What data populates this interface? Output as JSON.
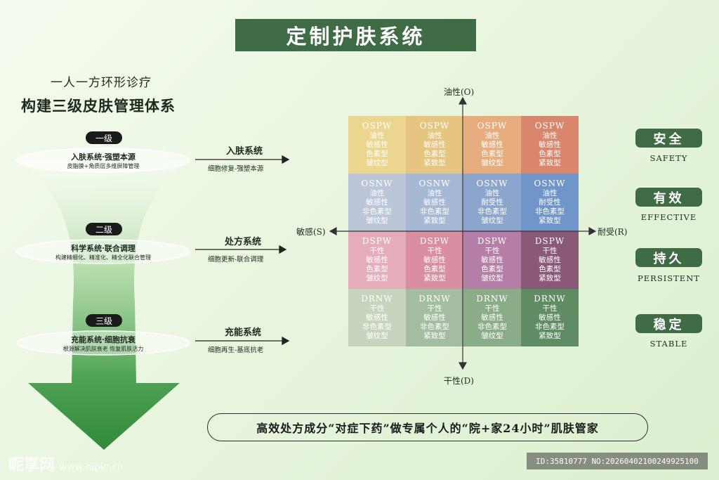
{
  "title": "定制护肤系统",
  "subtitle1": "一人一方环形诊疗",
  "subtitle2": "构建三级皮肤管理体系",
  "levels": [
    {
      "badge": "一级",
      "title": "入肤系统·强塑本源",
      "desc": "皮脂膜+角质层多维屏障管理",
      "system": "入肤系统",
      "system_desc": "细胞修复-强塑本源"
    },
    {
      "badge": "二级",
      "title": "科学系统·联合调理",
      "desc": "构建精细化、精准化、精全化联合管理",
      "system": "处方系统",
      "system_desc": "细胞更新-联合调理"
    },
    {
      "badge": "三级",
      "title": "充能系统·细胞抗衰",
      "desc": "根源解决肌肤衰老 恢复肌肤活力",
      "system": "充能系统",
      "system_desc": "细胞再生-基底抗老"
    }
  ],
  "axes": {
    "top": "油性(O)",
    "bottom": "干性(D)",
    "left": "敏感(S)",
    "right": "耐受(R)"
  },
  "grid": [
    [
      {
        "code": "OSPW",
        "lines": [
          "油性",
          "敏感性",
          "色素型",
          "皱纹型"
        ],
        "color": "#ecd58f"
      },
      {
        "code": "OSPW",
        "lines": [
          "油性",
          "敏感性",
          "色素型",
          "紧致型"
        ],
        "color": "#e6c580"
      },
      {
        "code": "OSPW",
        "lines": [
          "油性",
          "敏感性",
          "色素型",
          "皱纹型"
        ],
        "color": "#e7ad7e"
      },
      {
        "code": "OSPW",
        "lines": [
          "油性",
          "敏感性",
          "色素型",
          "紧致型"
        ],
        "color": "#d9866c"
      }
    ],
    [
      {
        "code": "OSNW",
        "lines": [
          "油性",
          "敏感性",
          "非色素型",
          "皱纹型"
        ],
        "color": "#bcc6d9"
      },
      {
        "code": "OSNW",
        "lines": [
          "油性",
          "敏感性",
          "非色素型",
          "紧致型"
        ],
        "color": "#a6b8d4"
      },
      {
        "code": "OSNW",
        "lines": [
          "油性",
          "耐受性",
          "非色素型",
          "皱纹型"
        ],
        "color": "#8ba5cc"
      },
      {
        "code": "OSNW",
        "lines": [
          "油性",
          "耐受性",
          "非色素型",
          "紧致型"
        ],
        "color": "#7095c8"
      }
    ],
    [
      {
        "code": "DSPW",
        "lines": [
          "干性",
          "敏感性",
          "色素型",
          "皱纹型"
        ],
        "color": "#e5adbb"
      },
      {
        "code": "DSPW",
        "lines": [
          "干性",
          "敏感性",
          "色素型",
          "紧致型"
        ],
        "color": "#d98ea2"
      },
      {
        "code": "DSPW",
        "lines": [
          "干性",
          "敏感性",
          "色素型",
          "皱纹型"
        ],
        "color": "#b47ea6"
      },
      {
        "code": "DSPW",
        "lines": [
          "干性",
          "敏感性",
          "色素型",
          "紧致型"
        ],
        "color": "#8a5978"
      }
    ],
    [
      {
        "code": "DRNW",
        "lines": [
          "干性",
          "敏感性",
          "非色素型",
          "皱纹型"
        ],
        "color": "#c6d4be"
      },
      {
        "code": "DRNW",
        "lines": [
          "干性",
          "敏感性",
          "非色素型",
          "紧致型"
        ],
        "color": "#a4bda0"
      },
      {
        "code": "DRNW",
        "lines": [
          "干性",
          "敏感性",
          "非色素型",
          "皱纹型"
        ],
        "color": "#8aad88"
      },
      {
        "code": "DRNW",
        "lines": [
          "干性",
          "敏感性",
          "非色素型",
          "紧致型"
        ],
        "color": "#5f8c62"
      }
    ]
  ],
  "properties": [
    {
      "cn": "安全",
      "en": "SAFETY"
    },
    {
      "cn": "有效",
      "en": "EFFECTIVE"
    },
    {
      "cn": "持久",
      "en": "PERSISTENT"
    },
    {
      "cn": "稳定",
      "en": "STABLE"
    }
  ],
  "bottom_text": "高效处方成分“对症下药”做专属个人的“院+家24小时”肌肤管家",
  "watermark_left": "昵享网",
  "watermark_left_url": "www.nipic.cn",
  "watermark_right": "ID:35810777 NO:20260402100249925100",
  "colors": {
    "accent": "#3f6c45"
  }
}
